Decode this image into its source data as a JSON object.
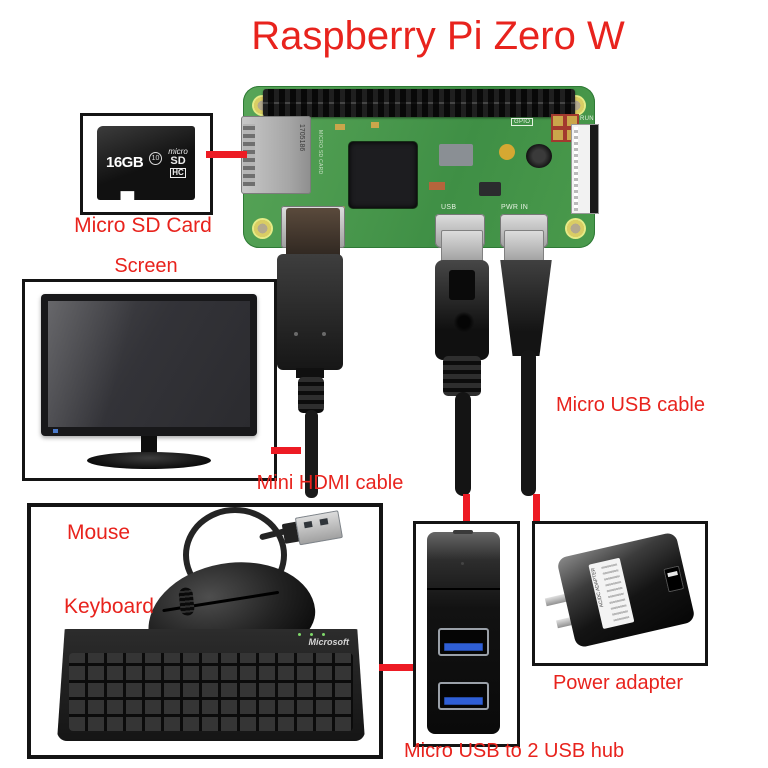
{
  "title": "Raspberry Pi Zero W",
  "colors": {
    "label_red": "#e8231d",
    "line_red": "#ed1b24",
    "pcb_green": "#4c9a4f",
    "usb_port_blue": "#2f5fd6"
  },
  "pi_board": {
    "silkscreen": {
      "usb_port": "USB",
      "power_port": "PWR IN",
      "gpio": "GPIO",
      "run": "RUN",
      "tv": "TV",
      "sd_slot": "MICRO SD CARD",
      "sd_code": "1705186"
    }
  },
  "micro_sd": {
    "label": "Micro SD Card",
    "capacity": "16GB",
    "speed_class": "10",
    "logo": {
      "micro": "micro",
      "sd": "SD",
      "hc": "HC"
    }
  },
  "screen": {
    "label": "Screen"
  },
  "hdmi_cable": {
    "label": "Mini HDMI cable"
  },
  "micro_usb_cable": {
    "label": "Micro USB cable"
  },
  "input_devices": {
    "mouse_label": "Mouse",
    "keyboard_label": "Keyboard",
    "keyboard_brand": "Microsoft"
  },
  "hub": {
    "label": "Micro USB to 2 USB hub"
  },
  "power_adapter": {
    "label": "Power adapter",
    "sticker": "AC/DC ADAPTER"
  }
}
